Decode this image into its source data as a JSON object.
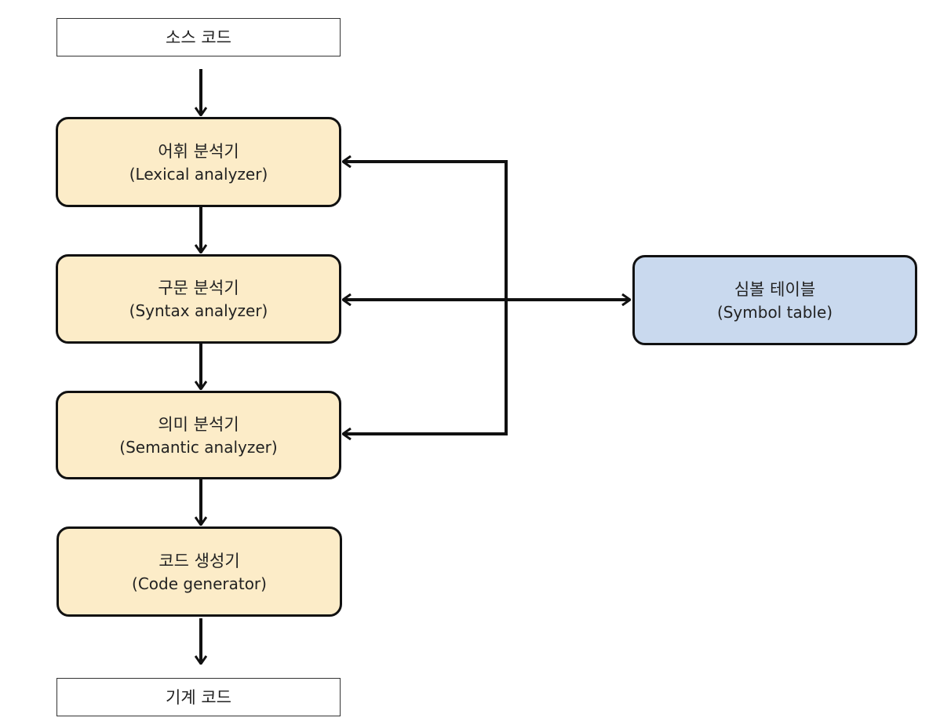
{
  "diagram": {
    "input": {
      "label": "소스 코드"
    },
    "stages": [
      {
        "ko": "어휘 분석기",
        "en": "(Lexical analyzer)"
      },
      {
        "ko": "구문 분석기",
        "en": "(Syntax analyzer)"
      },
      {
        "ko": "의미 분석기",
        "en": "(Semantic analyzer)"
      },
      {
        "ko": "코드 생성기",
        "en": "(Code generator)"
      }
    ],
    "output": {
      "label": "기계 코드"
    },
    "symbol_table": {
      "ko": "심볼 테이블",
      "en": "(Symbol table)"
    },
    "colors": {
      "stage_fill": "#fcecc8",
      "symbol_fill": "#c9d9ee",
      "stroke": "#111111"
    },
    "edges": [
      {
        "from": "소스 코드",
        "to": "어휘 분석기",
        "dir": "forward"
      },
      {
        "from": "어휘 분석기",
        "to": "구문 분석기",
        "dir": "forward"
      },
      {
        "from": "구문 분석기",
        "to": "의미 분석기",
        "dir": "forward"
      },
      {
        "from": "의미 분석기",
        "to": "코드 생성기",
        "dir": "forward"
      },
      {
        "from": "코드 생성기",
        "to": "기계 코드",
        "dir": "forward"
      },
      {
        "from": "심볼 테이블",
        "to": "어휘 분석기",
        "dir": "forward"
      },
      {
        "from": "구문 분석기",
        "to": "심볼 테이블",
        "dir": "both"
      },
      {
        "from": "심볼 테이블",
        "to": "의미 분석기",
        "dir": "forward"
      }
    ]
  }
}
